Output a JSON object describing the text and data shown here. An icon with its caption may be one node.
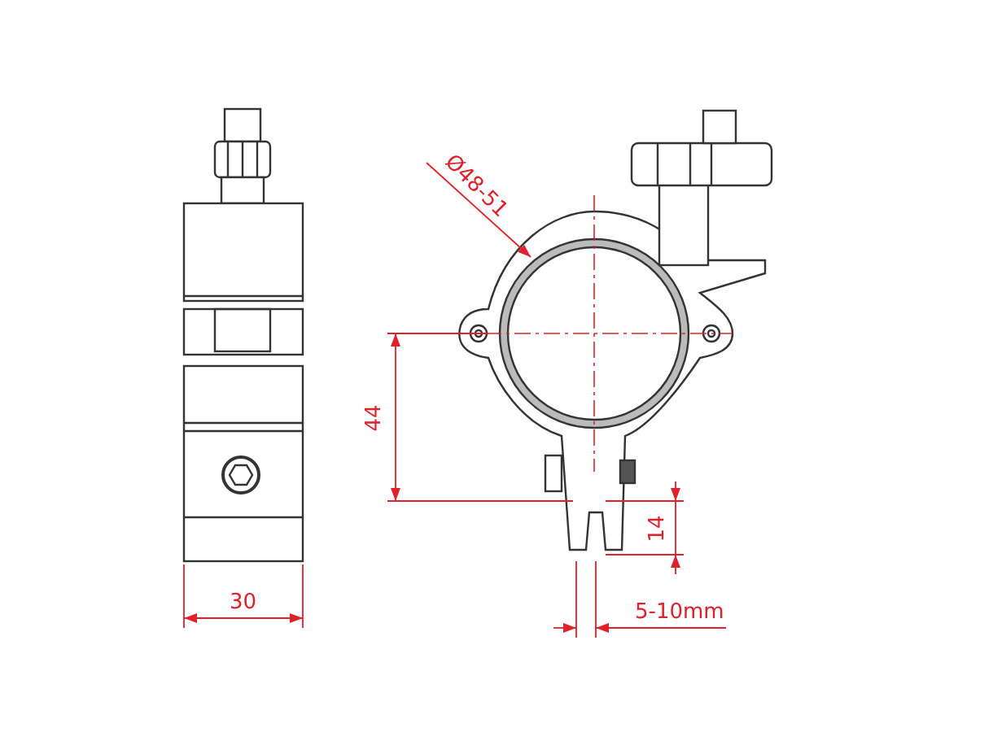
{
  "diagram": {
    "labels": [
      "Ø48-51",
      "44",
      "14",
      "30",
      "5-10mm"
    ]
  }
}
